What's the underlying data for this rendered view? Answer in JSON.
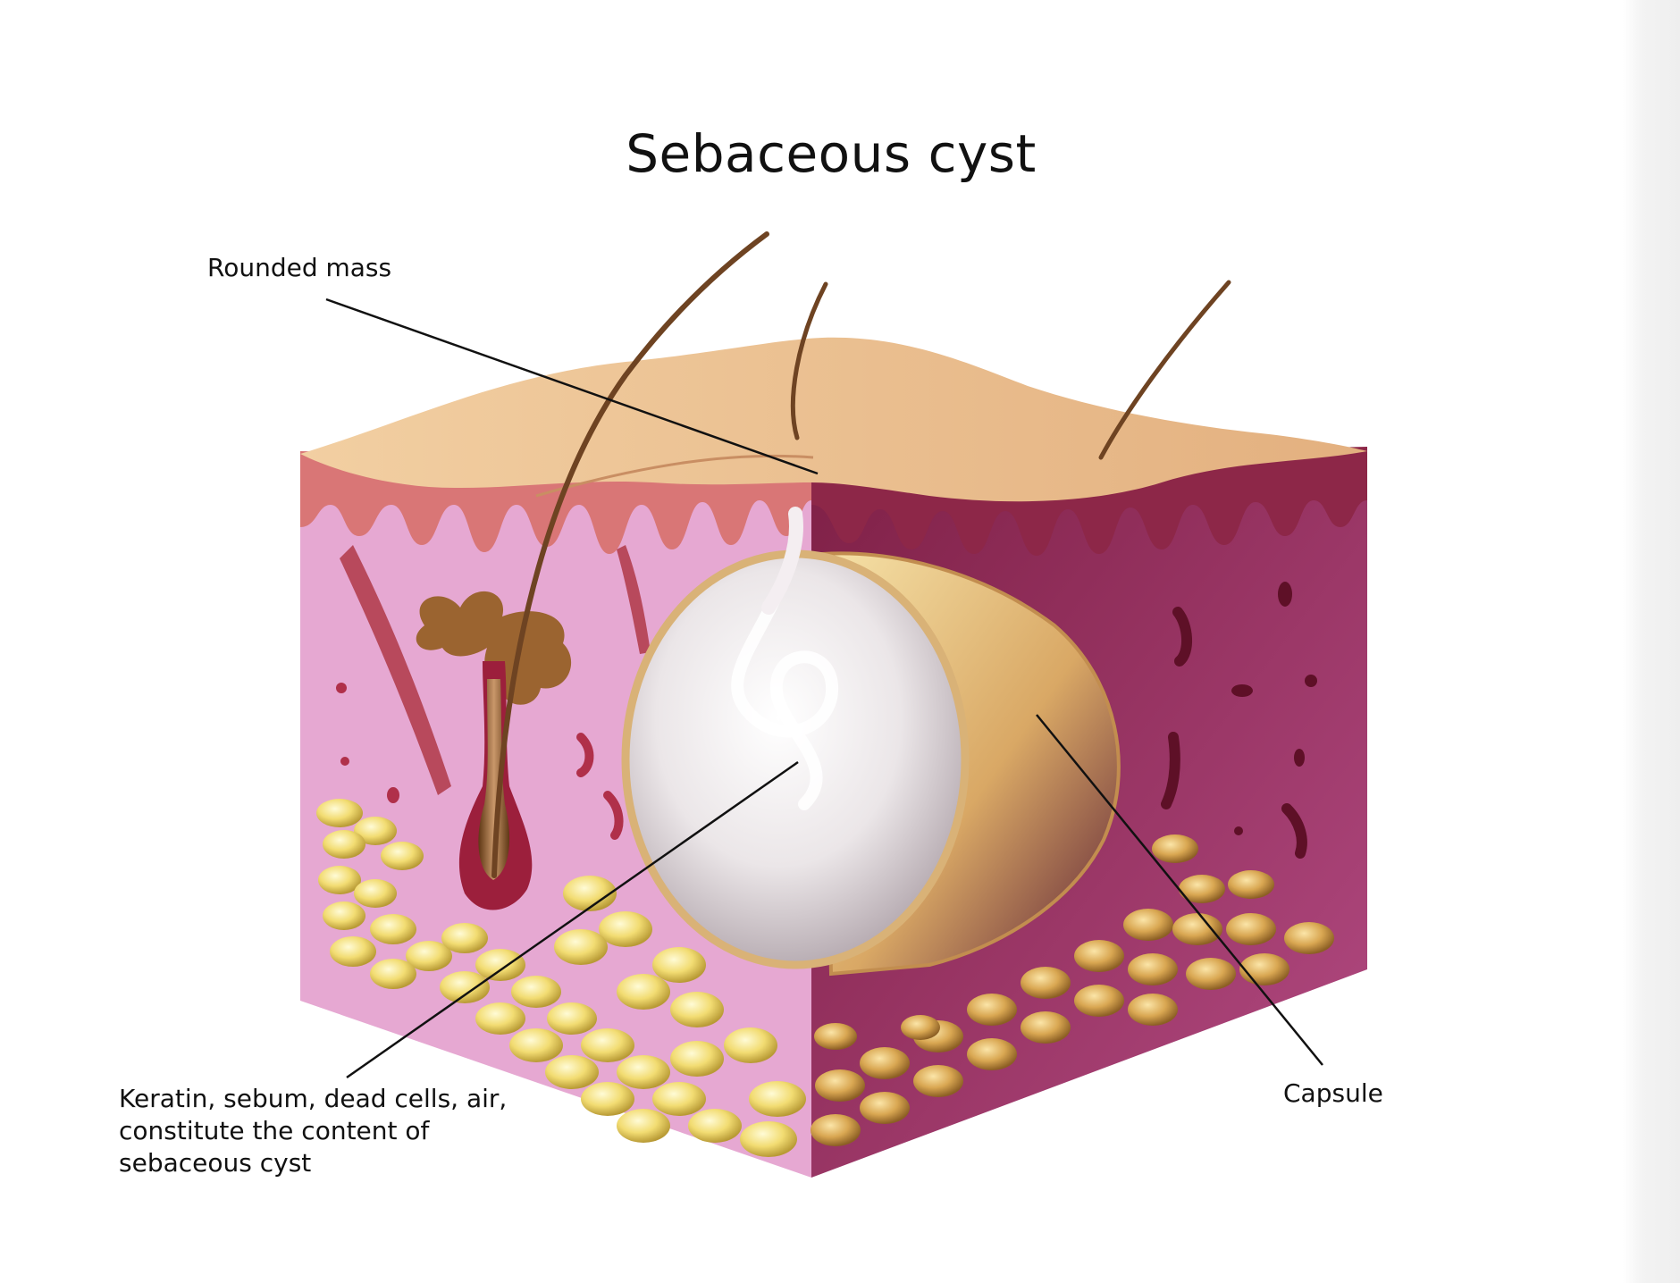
{
  "title": "Sebaceous cyst",
  "labels": {
    "rounded_mass": "Rounded mass",
    "capsule": "Capsule",
    "content_lines": [
      "Keratin, sebum, dead cells, air,",
      "constitute the content of",
      "sebaceous cyst"
    ]
  },
  "colors": {
    "skin_surface": "#e9bf8e",
    "epidermis_left": "#d9787a",
    "dermis_left": "#e7a9d0",
    "dermis_right": "#a8336c",
    "fat_cells": "#f1dc74",
    "cyst_content": "#ece8ea",
    "capsule": "#e8c684"
  }
}
